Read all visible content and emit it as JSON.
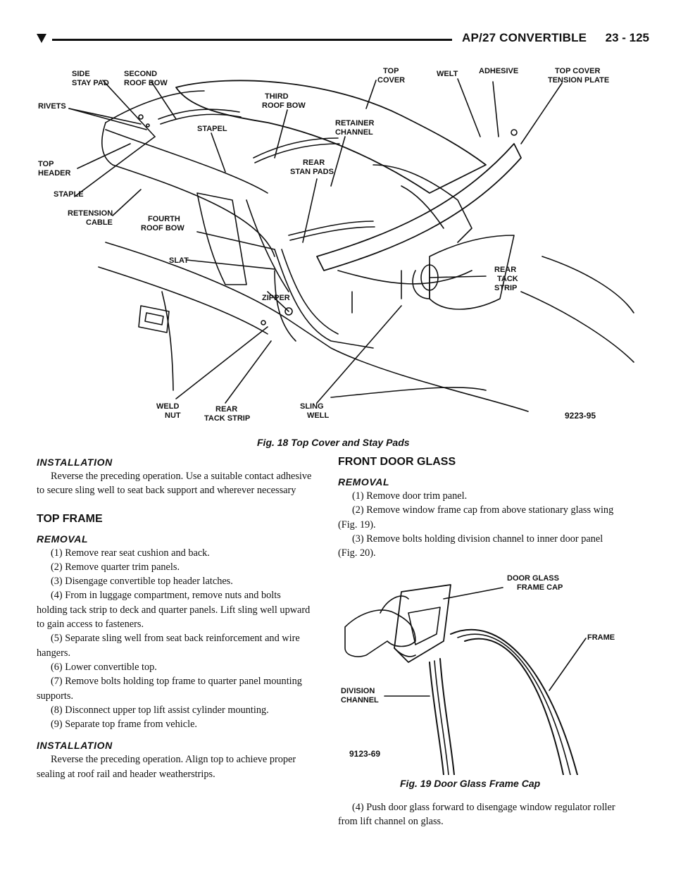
{
  "header": {
    "title": "AP/27 CONVERTIBLE",
    "page_number": "23 - 125"
  },
  "figure18": {
    "labels": {
      "side_stay_pad": [
        "SIDE",
        "STAY PAD"
      ],
      "second_roof_bow": [
        "SECOND",
        "ROOF BOW"
      ],
      "rivets": "RIVETS",
      "top_header": [
        "TOP",
        "HEADER"
      ],
      "staple": "STAPLE",
      "retension_cable": [
        "RETENSION",
        "CABLE"
      ],
      "stapel": "STAPEL",
      "third_roof_bow": [
        "THIRD",
        "ROOF BOW"
      ],
      "top_cover": [
        "TOP",
        "COVER"
      ],
      "welt": "WELT",
      "adhesive": "ADHESIVE",
      "top_cover_tension_plate": [
        "TOP COVER",
        "TENSION PLATE"
      ],
      "retainer_channel": [
        "RETAINER",
        "CHANNEL"
      ],
      "rear_stan_pads": [
        "REAR",
        "STAN PADS"
      ],
      "fourth_roof_bow": [
        "FOURTH",
        "ROOF BOW"
      ],
      "slat": "SLAT",
      "zipper": "ZIPPER",
      "rear_tack_strip_right": [
        "REAR",
        "TACK",
        "STRIP"
      ],
      "weld_nut": [
        "WELD",
        "NUT"
      ],
      "rear_tack_strip_bottom": [
        "REAR",
        "TACK STRIP"
      ],
      "sling_well": [
        "SLING",
        "WELL"
      ]
    },
    "code": "9223-95",
    "caption": "Fig. 18 Top Cover and Stay Pads"
  },
  "left_column": {
    "installation_heading": "INSTALLATION",
    "installation_text": "Reverse the preceding operation. Use a suitable contact adhesive to secure sling well to seat back support and wherever necessary",
    "top_frame_heading": "TOP FRAME",
    "removal_heading": "REMOVAL",
    "removal_steps": [
      "(1) Remove rear seat cushion and back.",
      "(2) Remove quarter trim panels.",
      "(3) Disengage convertible top header latches.",
      "(4) From in luggage compartment, remove nuts and bolts holding tack strip to deck and quarter panels. Lift sling well upward to gain access to fasteners.",
      "(5) Separate sling well from seat back reinforcement and wire hangers.",
      "(6) Lower convertible top.",
      "(7) Remove bolts holding top frame to quarter panel mounting supports.",
      "(8) Disconnect upper top lift assist cylinder mounting.",
      "(9) Separate top frame from vehicle."
    ],
    "installation2_heading": "INSTALLATION",
    "installation2_text": "Reverse the preceding operation. Align top to achieve proper sealing at roof rail and header weatherstrips."
  },
  "right_column": {
    "section_heading": "FRONT DOOR GLASS",
    "removal_heading": "REMOVAL",
    "removal_steps": [
      "(1) Remove door trim panel.",
      "(2) Remove window frame cap from above stationary glass wing (Fig. 19).",
      "(3) Remove bolts holding division channel to inner door panel (Fig. 20)."
    ],
    "step4": "(4) Push door glass forward to disengage window regulator roller from lift channel on glass."
  },
  "figure19": {
    "labels": {
      "door_glass_frame_cap": [
        "DOOR GLASS",
        "FRAME CAP"
      ],
      "frame": "FRAME",
      "division_channel": [
        "DIVISION",
        "CHANNEL"
      ]
    },
    "code": "9123-69",
    "caption": "Fig. 19 Door Glass Frame Cap"
  }
}
